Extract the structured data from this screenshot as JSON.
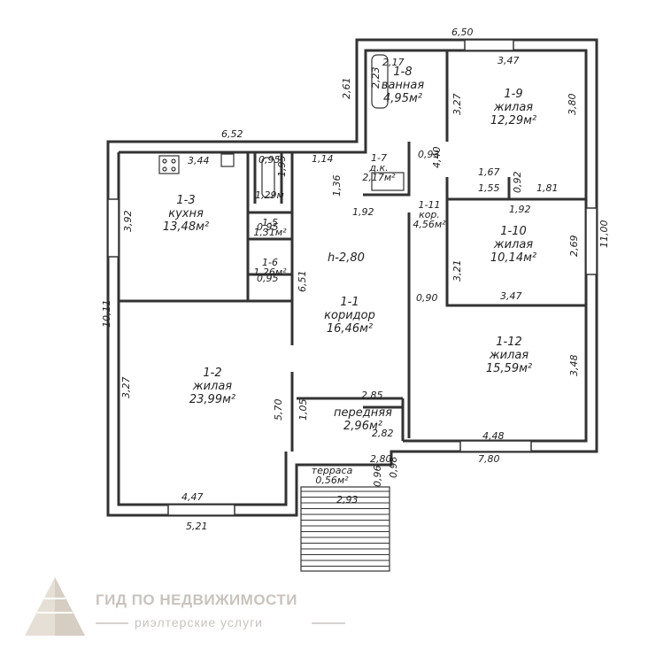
{
  "plan": {
    "rooms": [
      {
        "id": "r1-1",
        "no": "1-1",
        "name": "коридор",
        "area": "16,46м²"
      },
      {
        "id": "r1-2",
        "no": "1-2",
        "name": "жилая",
        "area": "23,99м²"
      },
      {
        "id": "r1-3",
        "no": "1-3",
        "name": "кухня",
        "area": "13,48м²"
      },
      {
        "id": "r1-5",
        "no": "1-5",
        "name": "",
        "area": "1,31м²"
      },
      {
        "id": "r1-6",
        "no": "1-6",
        "name": "",
        "area": "1,26м²"
      },
      {
        "id": "r1-7",
        "no": "1-7",
        "name": "д.к.",
        "area": "2,17м²"
      },
      {
        "id": "r1-8",
        "no": "1-8",
        "name": "ванная",
        "area": "4,95м²"
      },
      {
        "id": "r1-9",
        "no": "1-9",
        "name": "жилая",
        "area": "12,29м²"
      },
      {
        "id": "r1-10",
        "no": "1-10",
        "name": "жилая",
        "area": "10,14м²"
      },
      {
        "id": "r1-11",
        "no": "1-11",
        "name": "кор.",
        "area": "4,56м²"
      },
      {
        "id": "r1-12",
        "no": "1-12",
        "name": "жилая",
        "area": "15,59м²"
      },
      {
        "id": "rper",
        "no": "",
        "name": "передняя",
        "area": "2,96м²"
      },
      {
        "id": "rter",
        "no": "",
        "name": "терраса",
        "area": "0,56м²"
      }
    ],
    "height_label": "h-2,80",
    "dimensions": [
      "6,50",
      "2,17",
      "3,47",
      "2,61",
      "2,23",
      "3,27",
      "3,80",
      "6,52",
      "3,44",
      "0,95",
      "1,95",
      "1,14",
      "1,36",
      "1,29м",
      "1,92",
      "0,93",
      "4,40",
      "1,67",
      "1,55",
      "0,92",
      "1,81",
      "1,92",
      "3,92",
      "2,69",
      "11,00",
      "0,95",
      "0,95",
      "6,51",
      "3,21",
      "3,47",
      "0,90",
      "10,11",
      "3,27",
      "3,48",
      "5,70",
      "1,05",
      "2,85",
      "2,82",
      "4,48",
      "7,80",
      "2,80",
      "0,96",
      "0,98",
      "2,93",
      "4,47",
      "5,21"
    ]
  },
  "watermark": {
    "title": "ГИД ПО НЕДВИЖИМОСТИ",
    "subtitle": "риэлтерские услуги"
  },
  "colors": {
    "wall": "#333333",
    "watermark": "#c9c3bd"
  }
}
